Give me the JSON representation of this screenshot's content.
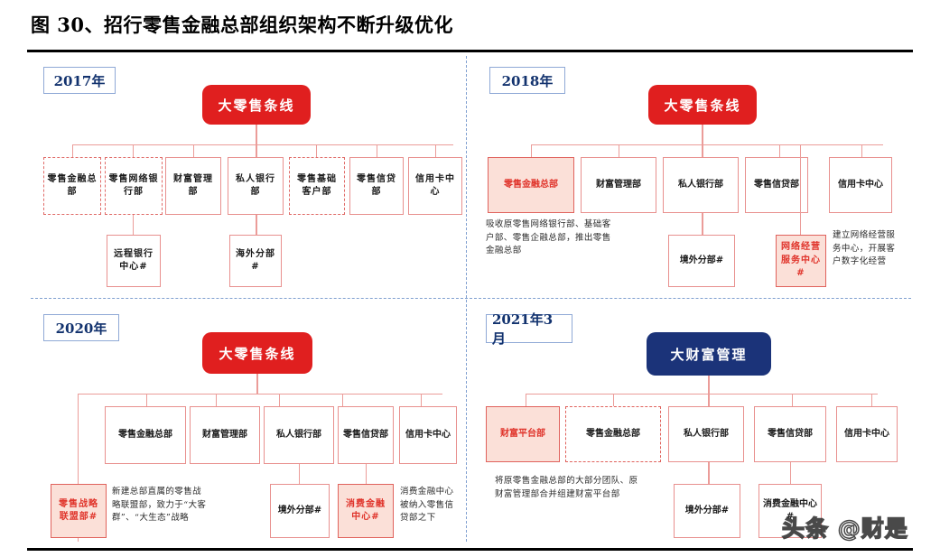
{
  "figure": {
    "title": "图 30、招行零售金融总部组织架构不断升级优化",
    "watermark": "头条 @财是",
    "colors": {
      "root_red": "#e01f1f",
      "root_blue": "#1b3379",
      "node_border": "#e8908e",
      "highlight_fill": "#fbe0d8",
      "highlight_text": "#e0342b",
      "year_label_text": "#12326e",
      "divider": "#7f9fd0"
    }
  },
  "panels": [
    {
      "id": "2017",
      "year_label": "2017年",
      "root": "大零售条线",
      "root_style": "red",
      "level1": [
        {
          "label": "零售金融总部",
          "style": "dashed"
        },
        {
          "label": "零售网络银行部",
          "style": "dashed"
        },
        {
          "label": "财富管理部",
          "style": "solid"
        },
        {
          "label": "私人银行部",
          "style": "solid"
        },
        {
          "label": "零售基础客户部",
          "style": "dashed"
        },
        {
          "label": "零售信贷部",
          "style": "solid"
        },
        {
          "label": "信用卡中心",
          "style": "solid"
        }
      ],
      "level2": [
        {
          "label": "远程银行中心#",
          "style": "solid",
          "parent": "零售网络银行部"
        },
        {
          "label": "海外分部#",
          "style": "solid",
          "parent": "私人银行部"
        }
      ],
      "notes": []
    },
    {
      "id": "2018",
      "year_label": "2018年",
      "root": "大零售条线",
      "root_style": "red",
      "level1": [
        {
          "label": "零售金融总部",
          "style": "highlight"
        },
        {
          "label": "财富管理部",
          "style": "solid"
        },
        {
          "label": "私人银行部",
          "style": "solid"
        },
        {
          "label": "零售信贷部",
          "style": "solid"
        },
        {
          "label": "信用卡中心",
          "style": "solid"
        }
      ],
      "level2": [
        {
          "label": "境外分部#",
          "style": "solid",
          "parent": "私人银行部"
        },
        {
          "label": "网络经营服务中心#",
          "style": "highlight",
          "parent": "零售信贷部"
        }
      ],
      "notes": [
        "吸收原零售网络银行部、基础客户部、零售企融总部，推出零售金融总部",
        "建立网络经营服务中心，开展客户数字化经营"
      ]
    },
    {
      "id": "2020",
      "year_label": "2020年",
      "root": "大零售条线",
      "root_style": "red",
      "level1": [
        {
          "label": "零售金融总部",
          "style": "solid"
        },
        {
          "label": "财富管理部",
          "style": "solid"
        },
        {
          "label": "私人银行部",
          "style": "solid"
        },
        {
          "label": "零售信贷部",
          "style": "solid"
        },
        {
          "label": "信用卡中心",
          "style": "solid"
        }
      ],
      "level2": [
        {
          "label": "零售战略联盟部#",
          "style": "highlight",
          "parent": "大零售条线"
        },
        {
          "label": "境外分部#",
          "style": "solid",
          "parent": "私人银行部"
        },
        {
          "label": "消费金融中心#",
          "style": "highlight",
          "parent": "零售信贷部"
        }
      ],
      "notes": [
        "新建总部直属的零售战略联盟部，致力于“大客群”、“大生态”战略",
        "消费金融中心被纳入零售信贷部之下"
      ]
    },
    {
      "id": "2021",
      "year_label": "2021年3月",
      "root": "大财富管理",
      "root_style": "blue",
      "level1": [
        {
          "label": "财富平台部",
          "style": "highlight"
        },
        {
          "label": "零售金融总部",
          "style": "highlight-dashed"
        },
        {
          "label": "私人银行部",
          "style": "solid"
        },
        {
          "label": "零售信贷部",
          "style": "solid"
        },
        {
          "label": "信用卡中心",
          "style": "solid"
        }
      ],
      "level2": [
        {
          "label": "境外分部#",
          "style": "solid",
          "parent": "私人银行部"
        },
        {
          "label": "消费金融中心#",
          "style": "solid",
          "parent": "零售信贷部"
        }
      ],
      "notes": [
        "将原零售金融总部的大部分团队、原财富管理部合并组建财富平台部"
      ]
    }
  ]
}
